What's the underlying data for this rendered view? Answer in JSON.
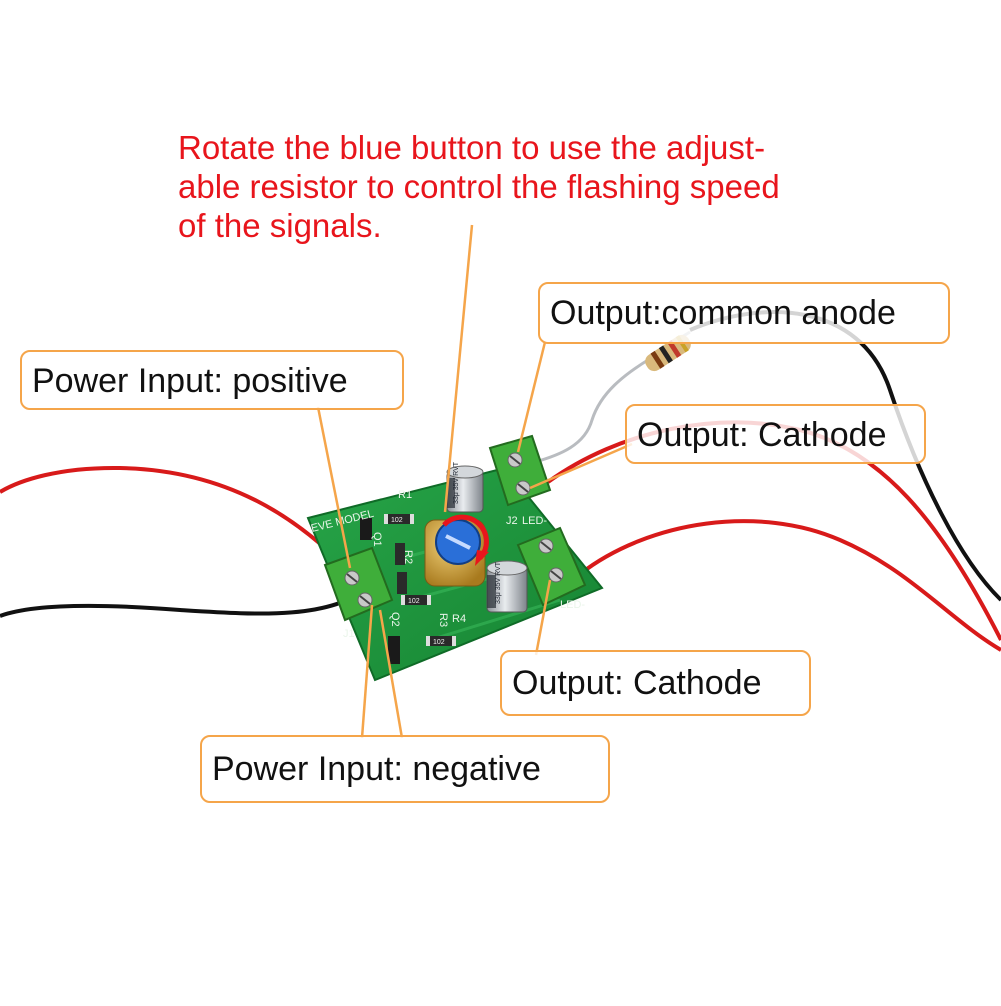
{
  "instruction": {
    "lines": [
      "Rotate the blue button to use the adjust-",
      "able resistor to control the flashing speed",
      "of the signals."
    ]
  },
  "labels": {
    "power_positive": "Power Input: positive",
    "power_negative": "Power Input: negative",
    "output_anode": "Output:common anode",
    "output_cathode_1": "Output: Cathode",
    "output_cathode_2": "Output: Cathode"
  },
  "board": {
    "brand_text": "EVE MODEL",
    "silk": {
      "r1": "R1",
      "r2": "R2",
      "r3": "R3",
      "r4": "R4",
      "q1": "Q1",
      "q2": "Q2",
      "j1": "J1",
      "j2": "J2",
      "led_minus_1": "LED-",
      "led_minus_2": "LED-",
      "smd_code": "102",
      "cap_text_1": "33μ 35V RVT",
      "cap_text_2": "33μ 35V RVT"
    }
  },
  "colors": {
    "annotation_red": "#e8151c",
    "callout_orange": "#f5a54a",
    "pcb_green": "#1f9a3e",
    "terminal_green": "#3fae3a",
    "trimmer_blue": "#2a6fd8",
    "wire_red": "#d81a1a",
    "wire_black": "#111111"
  }
}
